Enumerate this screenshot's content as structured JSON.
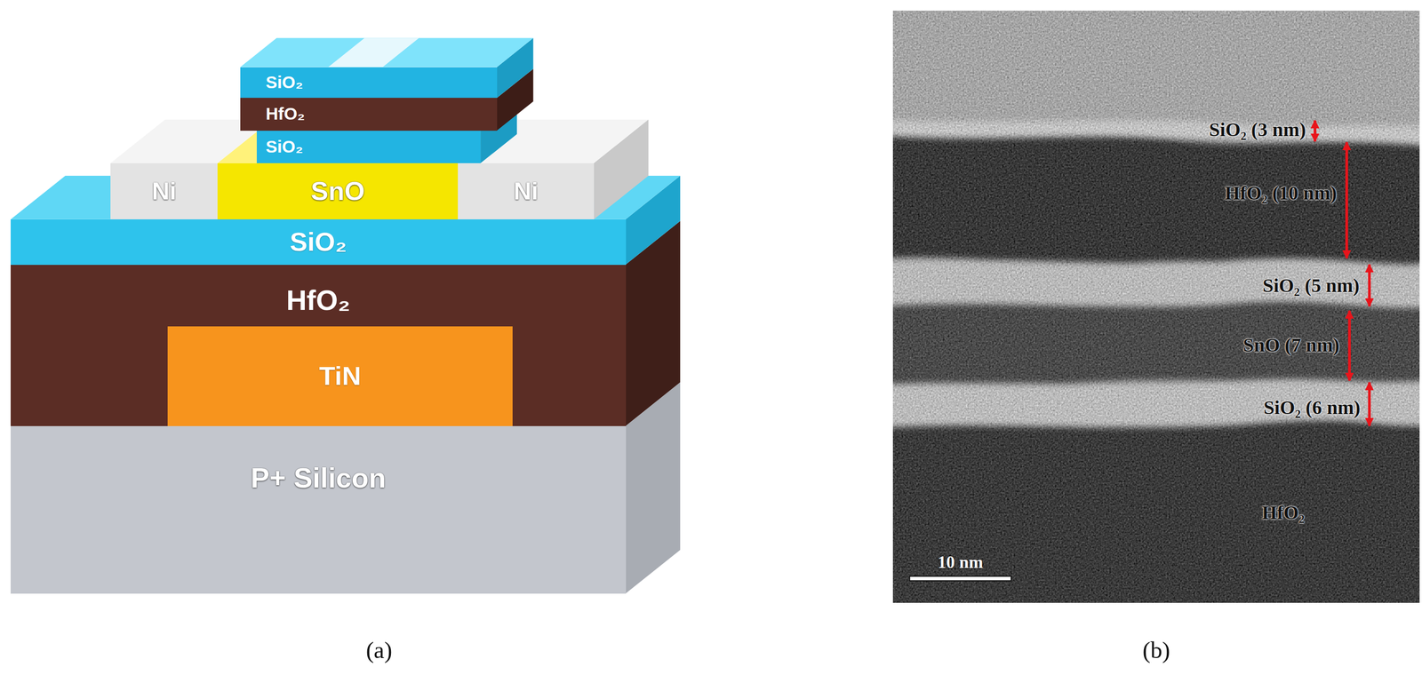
{
  "diagram": {
    "nodes": [
      {
        "text": [
          "SiO₂"
        ]
      },
      {
        "text": [
          "HfO₂"
        ]
      },
      {
        "text": [
          "SiO₂"
        ]
      },
      {
        "text": [
          "Ni"
        ]
      },
      {
        "text": [
          "SnO"
        ]
      },
      {
        "text": [
          "Ni"
        ]
      },
      {
        "text": [
          "SiO₂"
        ]
      },
      {
        "text": [
          "HfO₂"
        ]
      },
      {
        "text": [
          "TiN"
        ],
        "in": 7
      },
      {
        "text": [
          "P+ Silicon"
        ]
      }
    ],
    "labels": [
      "(a)",
      "(b)",
      "SiO₂ (3 nm)",
      "HfO₂ (10 nm)",
      "SiO₂ (5 nm)",
      "SnO (7 nm)",
      "SiO₂ (6 nm)",
      "HfO₂",
      "10 nm"
    ]
  }
}
